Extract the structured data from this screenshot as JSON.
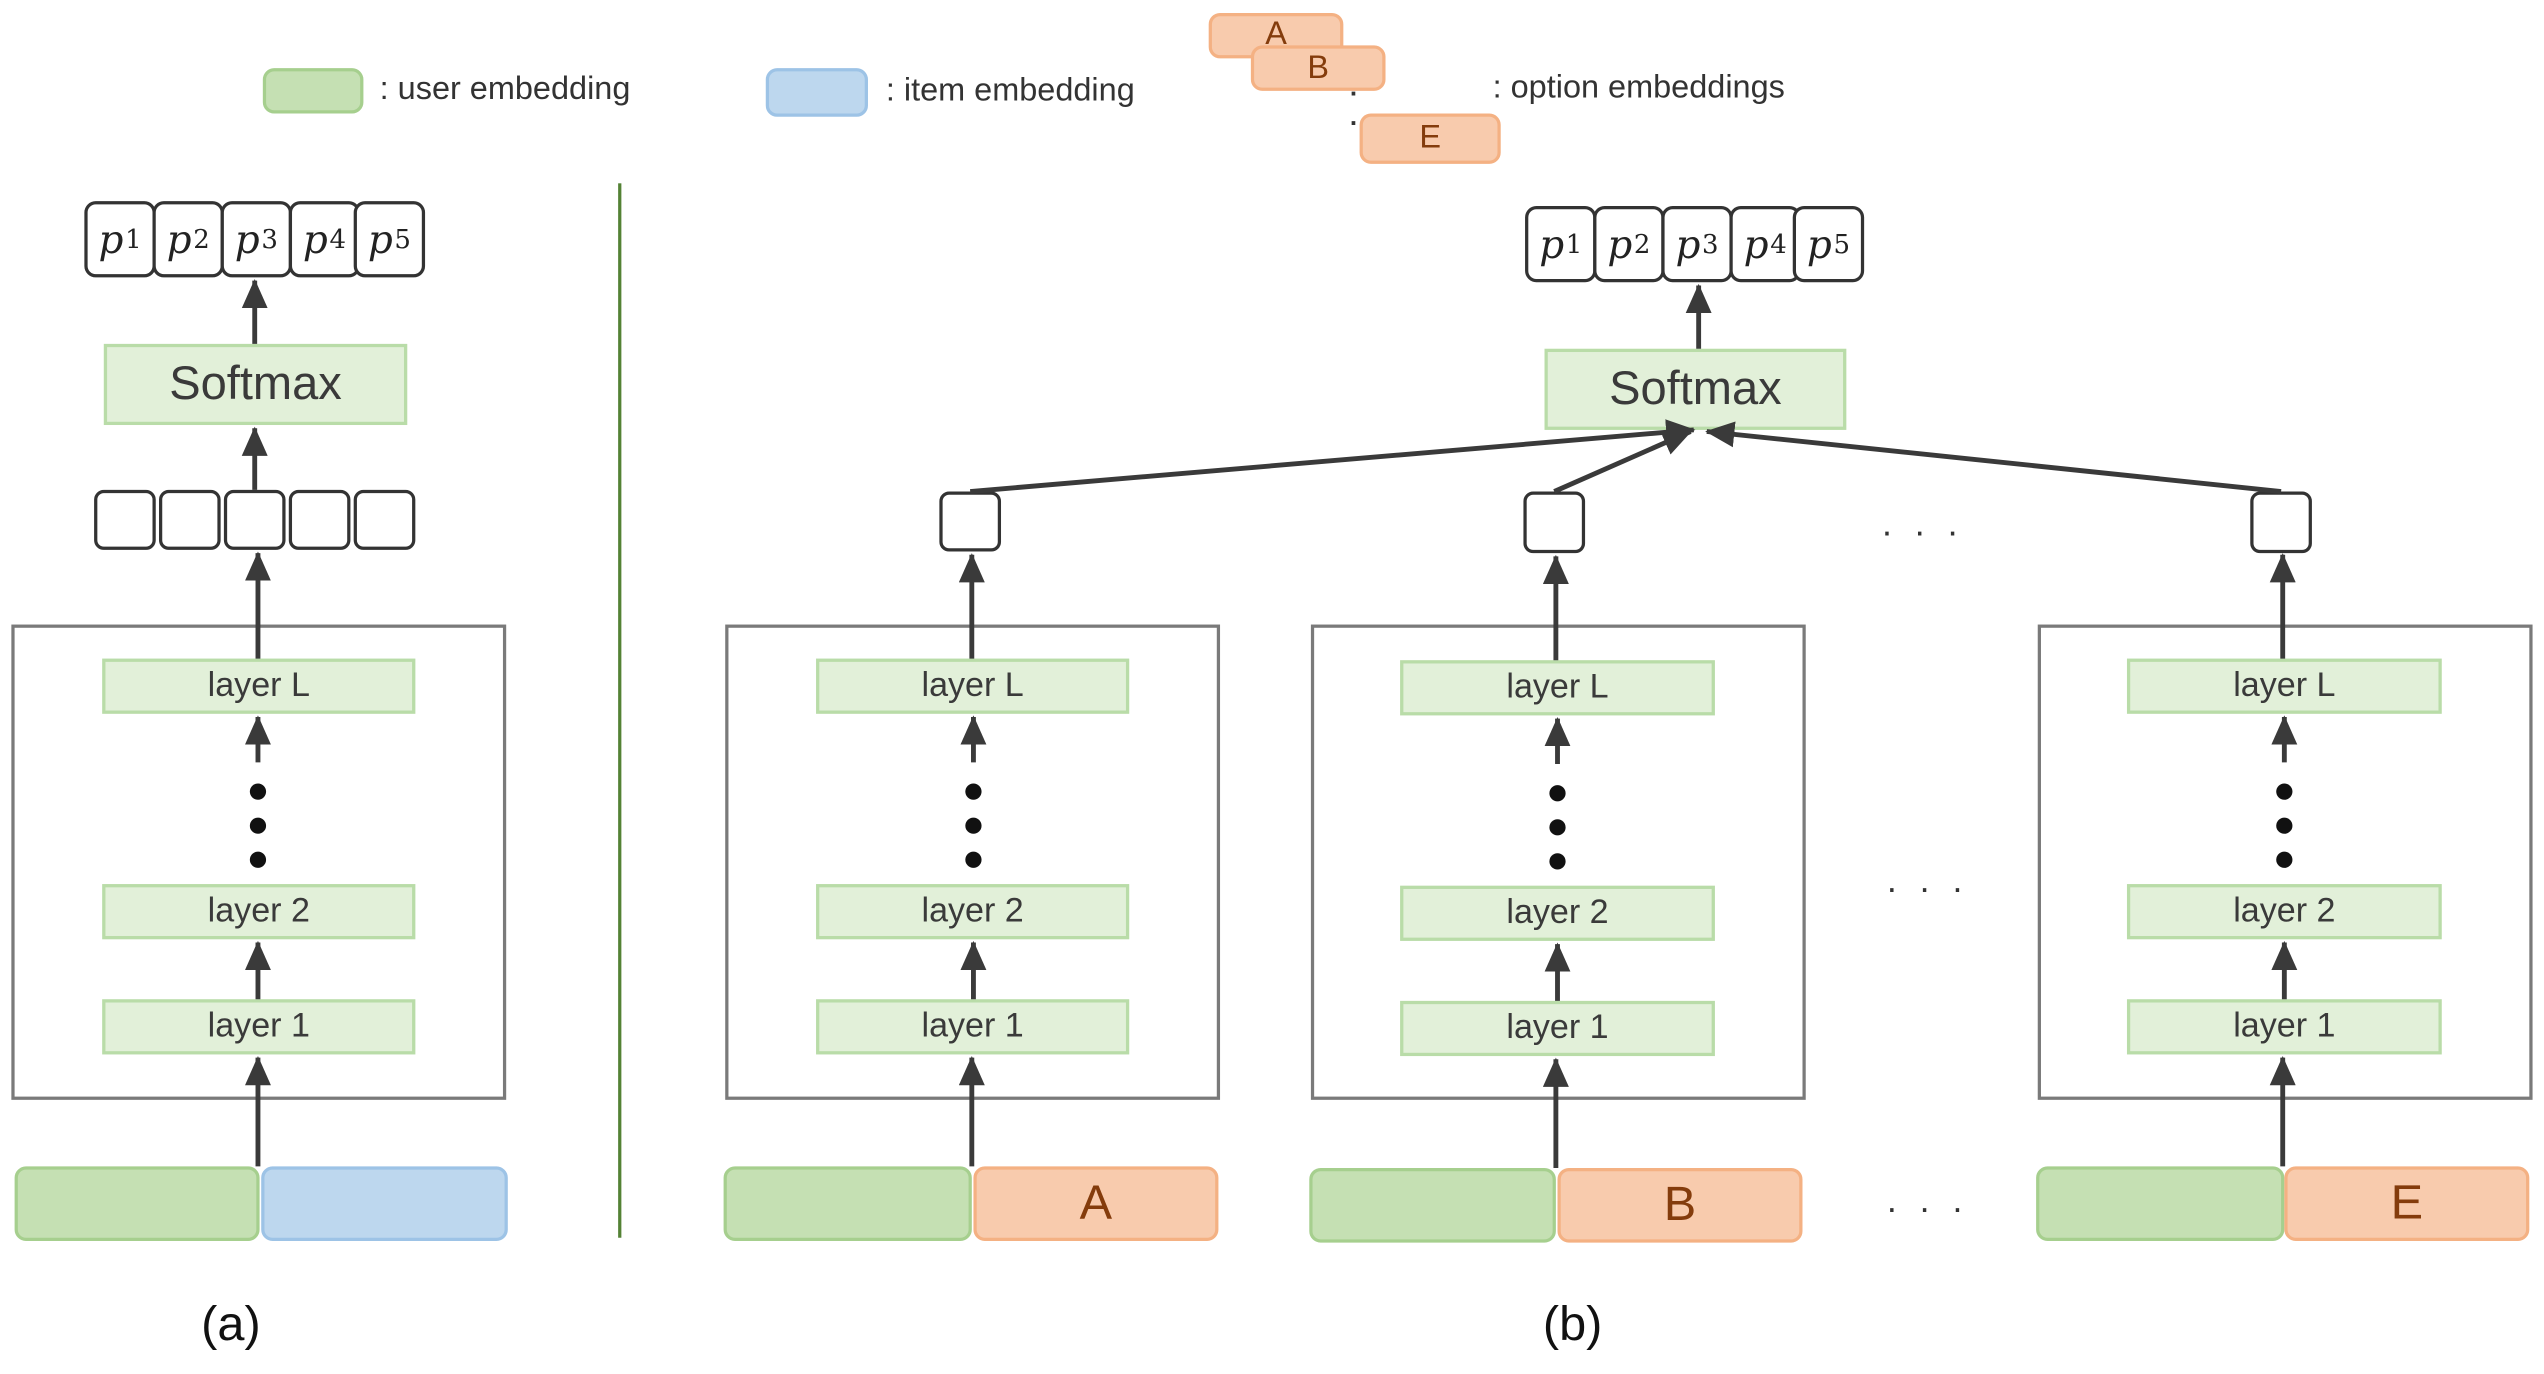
{
  "legend": {
    "user_embedding": ": user embedding",
    "item_embedding": ": item embedding",
    "option_embeddings": ": option embeddings",
    "option_letters": [
      "A",
      "B",
      "E"
    ]
  },
  "panel_a": {
    "outputs": [
      "p",
      "p",
      "p",
      "p",
      "p"
    ],
    "output_subs": [
      "1",
      "2",
      "3",
      "4",
      "5"
    ],
    "softmax": "Softmax",
    "layers": [
      "layer L",
      "layer 2",
      "layer 1"
    ],
    "caption": "(a)"
  },
  "panel_b": {
    "outputs": [
      "p",
      "p",
      "p",
      "p",
      "p"
    ],
    "output_subs": [
      "1",
      "2",
      "3",
      "4",
      "5"
    ],
    "softmax": "Softmax",
    "towers": [
      {
        "layers": [
          "layer L",
          "layer 2",
          "layer 1"
        ],
        "option": "A"
      },
      {
        "layers": [
          "layer L",
          "layer 2",
          "layer 1"
        ],
        "option": "B"
      },
      {
        "layers": [
          "layer L",
          "layer 2",
          "layer 1"
        ],
        "option": "E"
      }
    ],
    "ellipsis": ". . .",
    "caption": "(b)"
  },
  "colors": {
    "user": "#c5e0b3",
    "item": "#bdd7ee",
    "option": "#f8cbad",
    "layer": "#e2f0d9",
    "divider": "#548235"
  }
}
